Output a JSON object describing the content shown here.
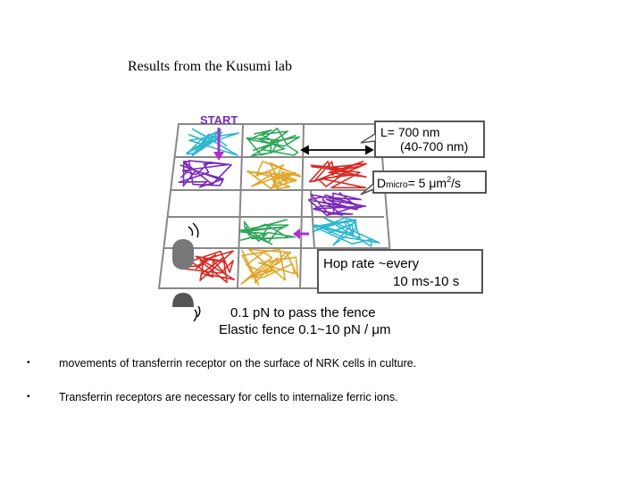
{
  "slide": {
    "title": "Results from the Kusumi lab"
  },
  "figure": {
    "start_label": "START",
    "distance_line1": "L= 700 nm",
    "distance_line2": "(40-700 nm)",
    "diffusion_prefix": "D",
    "diffusion_subscript": "micro",
    "diffusion_value": "= 5 μm",
    "diffusion_exp": "2",
    "diffusion_unit": "/s",
    "hop_line1": "Hop rate ~every",
    "hop_line2": "10 ms-10 s",
    "fence_line1": "0.1 pN to pass the fence",
    "fence_line2": "Elastic fence   0.1~10 pN / μm",
    "colors": {
      "cyan": "#2fb8d0",
      "green": "#2fa65a",
      "gold": "#e0a62a",
      "purple": "#7a2ab8",
      "red": "#d62c26",
      "magenta": "#b02cd0"
    }
  },
  "bullets": [
    {
      "marker": "•",
      "text": "movements of transferrin receptor on the surface of NRK cells in culture."
    },
    {
      "marker": "•",
      "text": "Transferrin receptors are necessary for cells to internalize ferric ions."
    }
  ]
}
